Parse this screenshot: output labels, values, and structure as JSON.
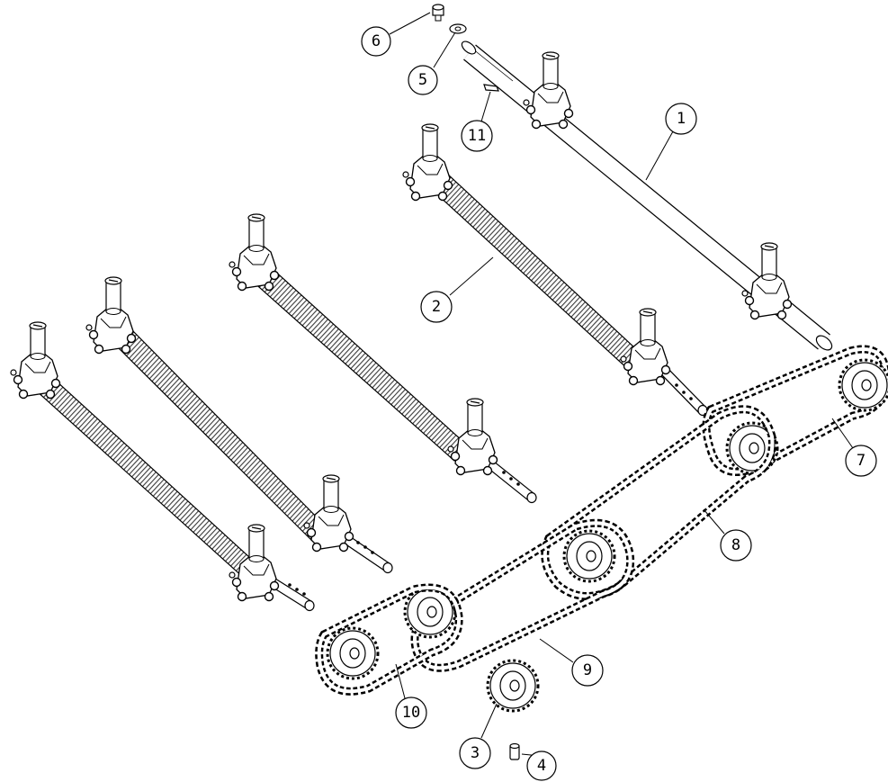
{
  "balloons": [
    {
      "id": "1",
      "label": "1"
    },
    {
      "id": "2",
      "label": "2"
    },
    {
      "id": "3",
      "label": "3"
    },
    {
      "id": "4",
      "label": "4"
    },
    {
      "id": "5",
      "label": "5"
    },
    {
      "id": "6",
      "label": "6"
    },
    {
      "id": "7",
      "label": "7"
    },
    {
      "id": "8",
      "label": "8"
    },
    {
      "id": "9",
      "label": "9"
    },
    {
      "id": "10",
      "label": "10"
    },
    {
      "id": "11",
      "label": "11"
    }
  ],
  "colors": {
    "line": "#000000",
    "background": "#ffffff",
    "knurl": "#3a3a3a"
  },
  "icons": {
    "roller": "knurled-roller",
    "bearing": "bearing-block",
    "sprocket": "sprocket",
    "chain": "roller-chain"
  }
}
